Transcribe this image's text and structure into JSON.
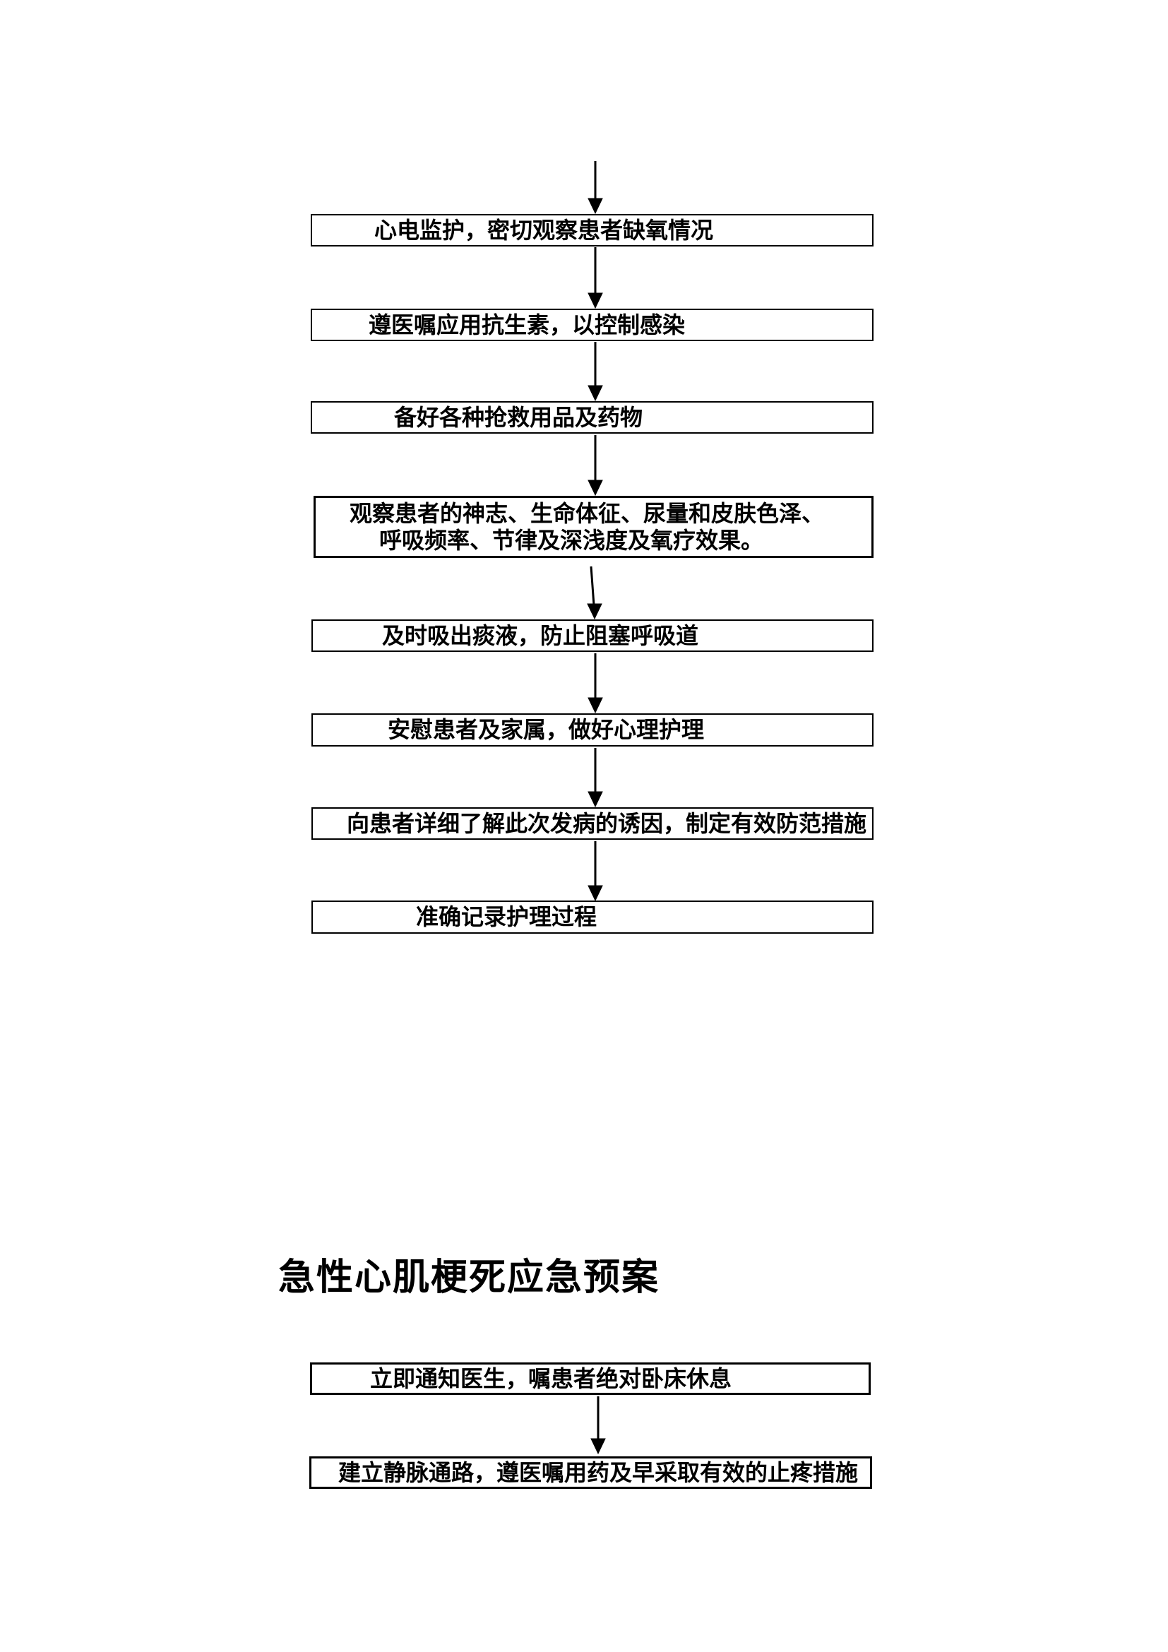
{
  "colors": {
    "background": "#ffffff",
    "text": "#000000",
    "box_border": "#000000",
    "arrow": "#000000"
  },
  "flow1": {
    "step1": "心电监护，密切观察患者缺氧情况",
    "step2": "遵医嘱应用抗生素，以控制感染",
    "step3": "备好各种抢救用品及药物",
    "step4_line1": "观察患者的神志、生命体征、尿量和皮肤色泽、",
    "step4_line2": "呼吸频率、节律及深浅度及氧疗效果。",
    "step5": "及时吸出痰液，防止阻塞呼吸道",
    "step6": "安慰患者及家属，做好心理护理",
    "step7": "向患者详细了解此次发病的诱因，制定有效防范措施",
    "step8": "准确记录护理过程"
  },
  "section_title": "急性心肌梗死应急预案",
  "flow2": {
    "step1": "立即通知医生，嘱患者绝对卧床休息",
    "step2": "建立静脉通路，遵医嘱用药及早采取有效的止疼措施"
  }
}
